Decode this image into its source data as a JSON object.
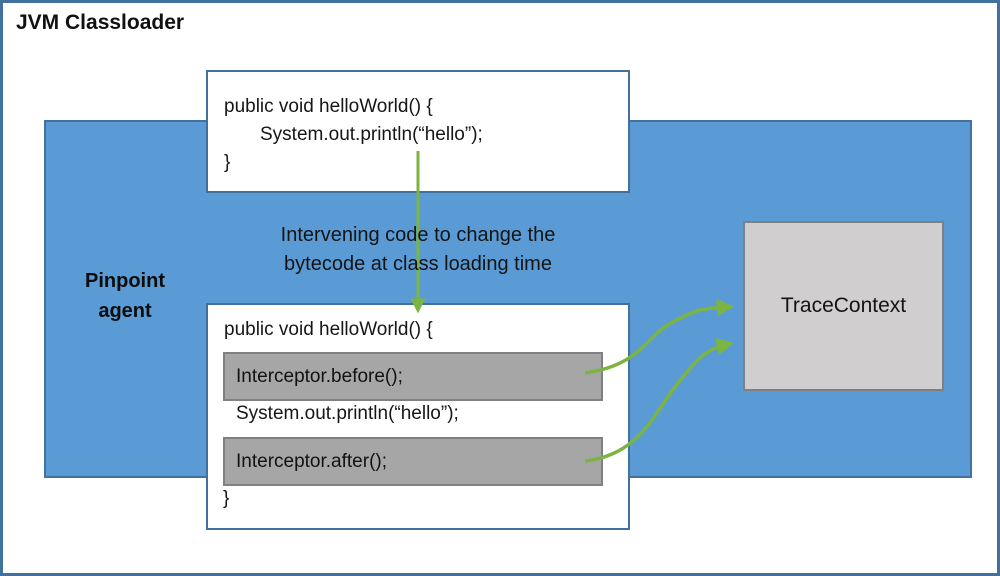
{
  "jvm": {
    "title": "JVM Classloader"
  },
  "agent": {
    "label": "Pinpoint agent"
  },
  "annotation": {
    "line1": "Intervening code to change the",
    "line2": "bytecode at class loading time"
  },
  "source_code": {
    "line1": "public void helloWorld() {",
    "line2": "System.out.println(“hello”);",
    "line3": "}"
  },
  "instrumented_code": {
    "open": "public void helloWorld() {",
    "before": "Interceptor.before();",
    "body": "System.out.println(“hello”);",
    "after": "Interceptor.after();",
    "close": "}"
  },
  "trace": {
    "label": "TraceContext"
  },
  "colors": {
    "blue": "#5b9bd5",
    "border-blue": "#41719c",
    "green": "#7cb442",
    "gray-fill": "#a6a6a6",
    "gray-border": "#808080",
    "trace-fill": "#d0cece"
  }
}
